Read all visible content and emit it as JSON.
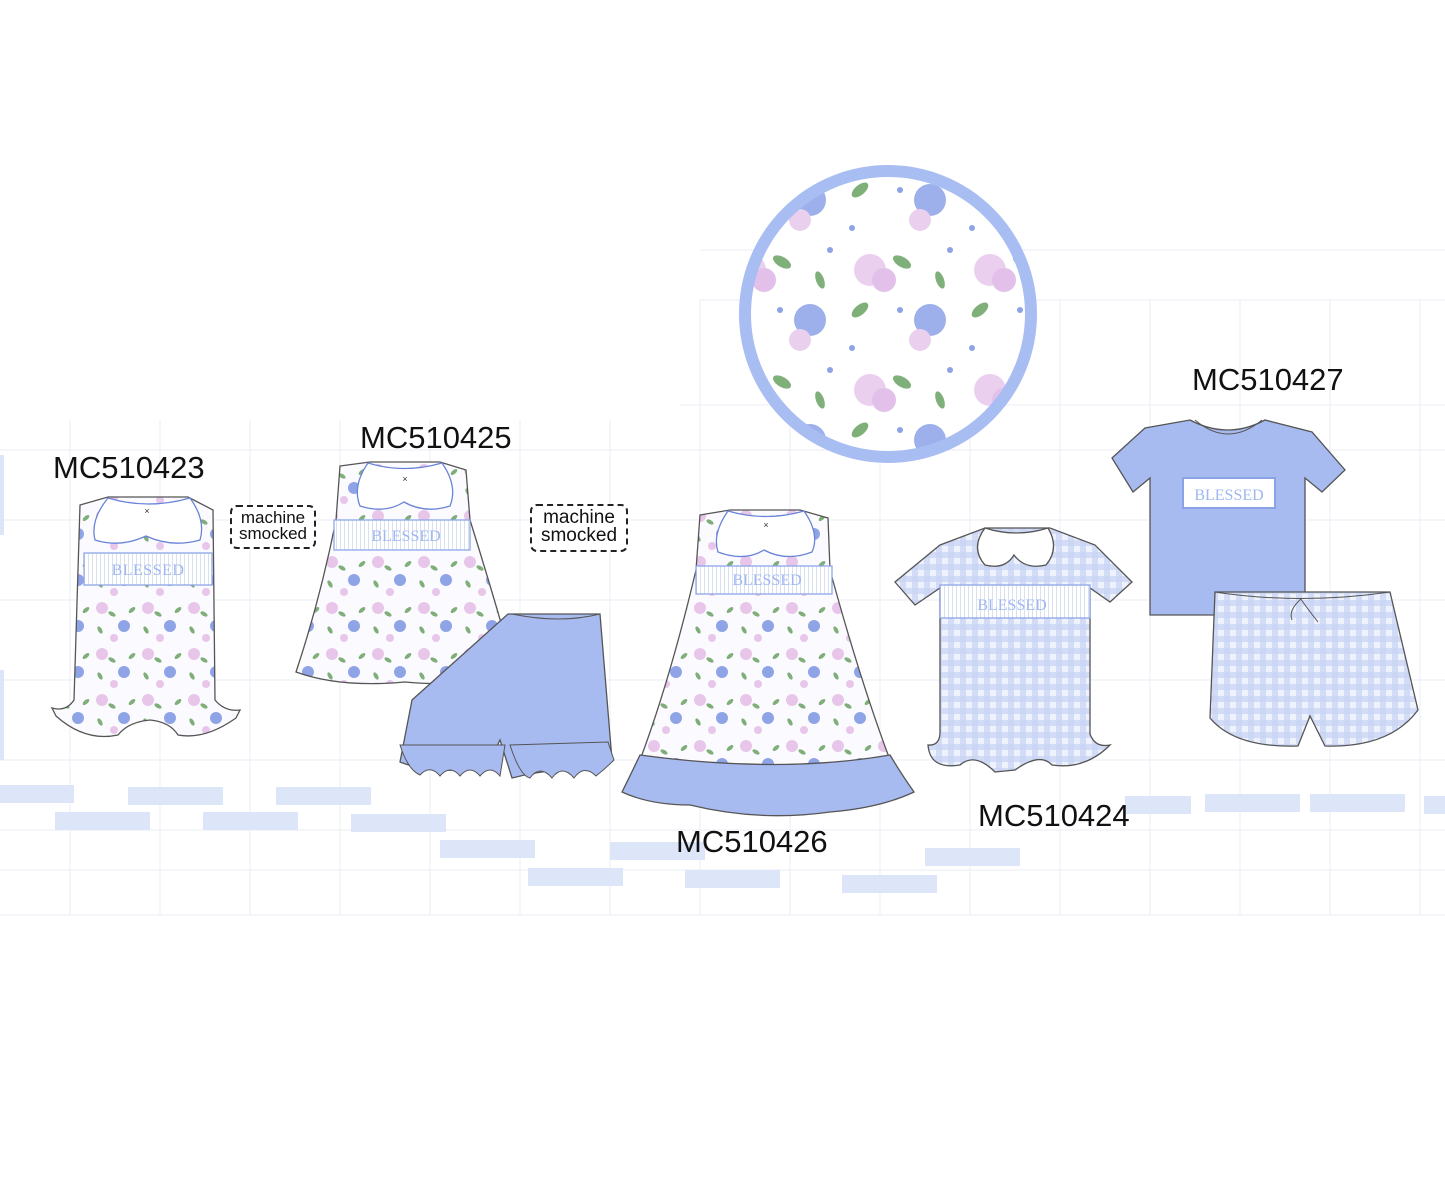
{
  "colors": {
    "accent_blue": "#9fb4f0",
    "light_blue": "#c9d6f6",
    "gingham": "#cdd9f5",
    "bubble_bar": "#dde6f8",
    "grid": "#e6ecf5",
    "floral_pink": "#e8c6ea",
    "floral_blue": "#8ea4e6",
    "leaf_green": "#7fae78"
  },
  "fabric_swatch": {
    "icon": "floral-print-swatch"
  },
  "products": [
    {
      "code": "MC510423",
      "item": "sleeveless bubble romper",
      "smock_text": "BLESSED"
    },
    {
      "code": "MC510425",
      "item": "tunic top with ruffle shorts",
      "smock_text": "BLESSED"
    },
    {
      "code": "MC510426",
      "item": "ruffle hem dress",
      "smock_text": "BLESSED"
    },
    {
      "code": "MC510424",
      "item": "gingham bubble romper",
      "smock_text": "BLESSED"
    },
    {
      "code": "MC510427",
      "item": "tee with gingham shorts",
      "smock_text": "BLESSED"
    }
  ],
  "smock_tags": [
    {
      "line1": "machine",
      "line2": "smocked"
    },
    {
      "line1": "machine",
      "line2": "smocked"
    }
  ]
}
